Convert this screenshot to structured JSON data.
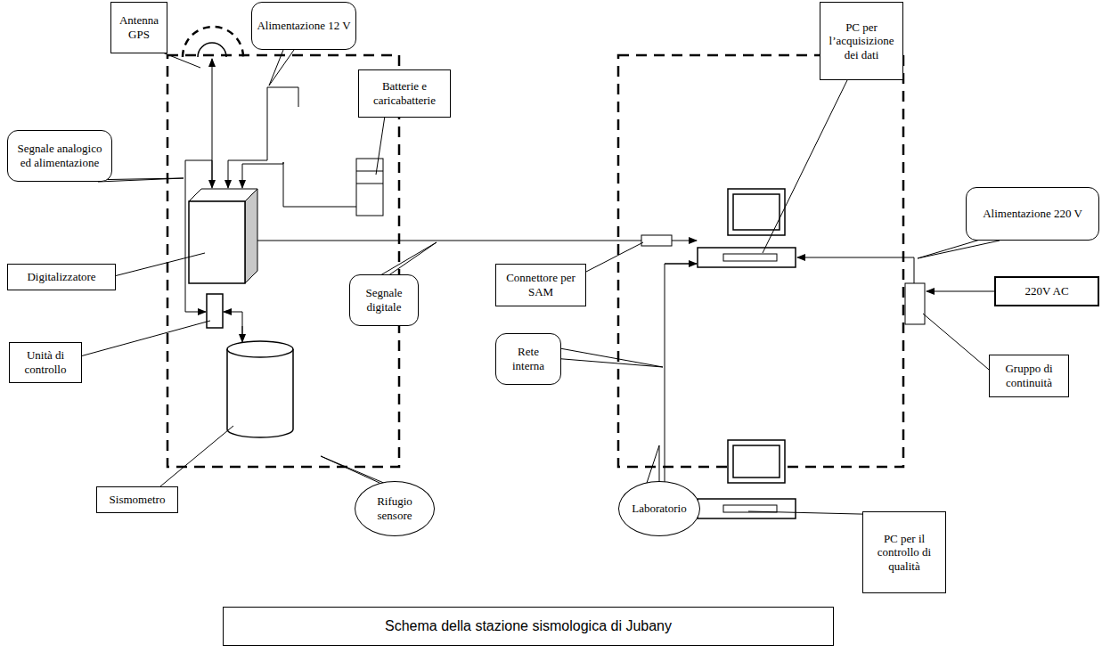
{
  "diagram": {
    "caption": "Schema della stazione sismologica di Jubany",
    "nodes": [
      {
        "text": [
          "Antenna GPS"
        ]
      },
      {
        "text": [
          "Alimentazione 12 V"
        ]
      },
      {
        "text": [
          "Batterie e caricabatterie"
        ]
      },
      {
        "text": [
          "Segnale analogico ed alimentazione"
        ]
      },
      {
        "text": [
          "Digitalizzatore"
        ]
      },
      {
        "text": [
          "Segnale digitale"
        ]
      },
      {
        "text": [
          "Unità di controllo"
        ]
      },
      {
        "text": [
          "Sismometro"
        ]
      },
      {
        "text": [
          "Rifugio sensore"
        ]
      },
      {
        "text": [
          "PC per l’acquisizione dei dati"
        ]
      },
      {
        "text": [
          "Alimentazione 220 V"
        ]
      },
      {
        "text": [
          "Connettore per SAM"
        ]
      },
      {
        "text": [
          "220V AC"
        ]
      },
      {
        "text": [
          "Rete interna"
        ]
      },
      {
        "text": [
          "Gruppo di continuità"
        ]
      },
      {
        "text": [
          "Laboratorio"
        ]
      },
      {
        "text": [
          "PC per il controllo di qualità"
        ]
      }
    ]
  }
}
